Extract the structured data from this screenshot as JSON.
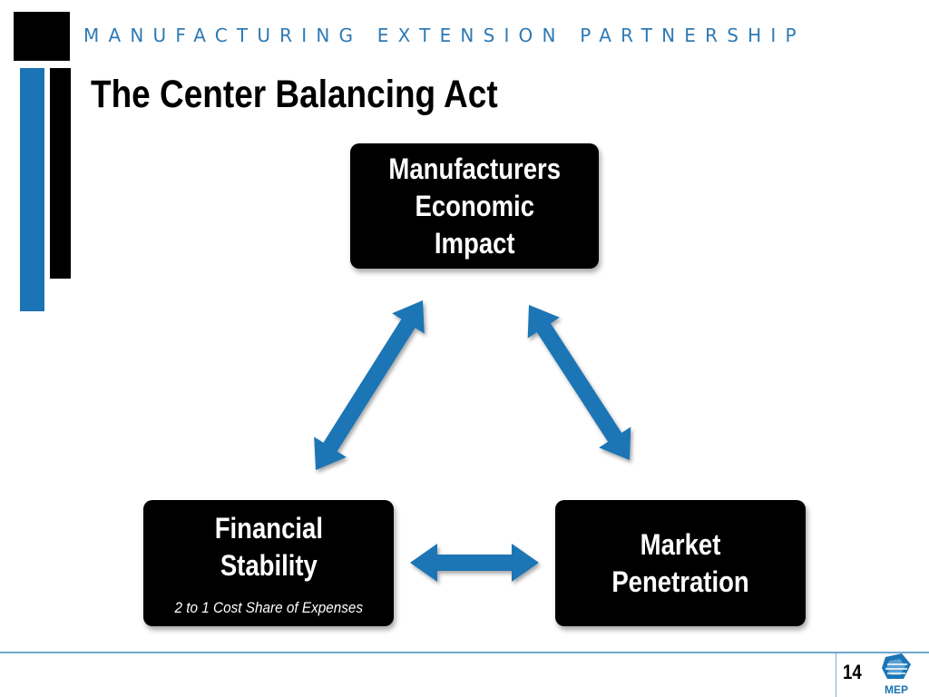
{
  "header": {
    "organization": "MANUFACTURING EXTENSION PARTNERSHIP"
  },
  "slide": {
    "title": "The Center Balancing Act"
  },
  "diagram": {
    "nodes": [
      {
        "id": "top",
        "lines": [
          "Manufacturers",
          "Economic",
          "Impact"
        ]
      },
      {
        "id": "left",
        "lines": [
          "Financial",
          "Stability"
        ],
        "note": "2 to 1 Cost Share of Expenses"
      },
      {
        "id": "right",
        "lines": [
          "Market",
          "Penetration"
        ]
      }
    ],
    "edges": [
      {
        "from": "top",
        "to": "left",
        "type": "bidirectional"
      },
      {
        "from": "top",
        "to": "right",
        "type": "bidirectional"
      },
      {
        "from": "left",
        "to": "right",
        "type": "bidirectional"
      }
    ],
    "arrow_color": "#1b74b4",
    "node_color": "#000000"
  },
  "footer": {
    "page_number": "14",
    "logo_text": "MEP"
  },
  "colors": {
    "brand_blue": "#1b74b4",
    "header_blue": "#2e7ab4"
  }
}
